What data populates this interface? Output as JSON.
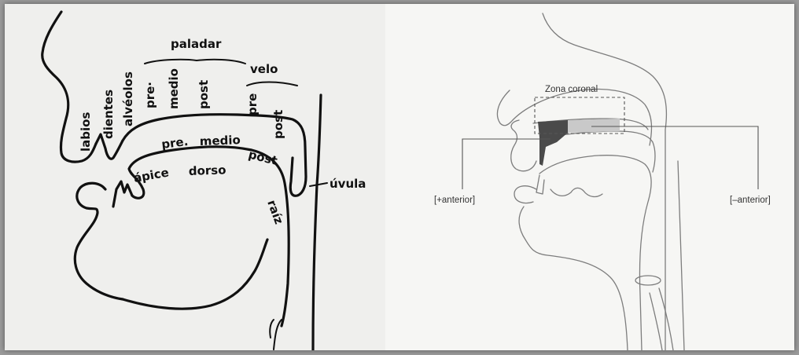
{
  "left_diagram": {
    "labels": {
      "paladar": "paladar",
      "velo": "velo",
      "labios": "labios",
      "dientes": "dientes",
      "alveolos": "alvéolos",
      "pal_pre": "pre·",
      "pal_medio": "medio",
      "pal_post": "post",
      "velo_pre": "pre",
      "velo_post": "post",
      "dorso_pre": "pre.",
      "dorso_medio": "medio",
      "dorso_post": "post",
      "apice": "ápice",
      "dorso": "dorso",
      "raiz": "raíz",
      "uvula": "úvula"
    }
  },
  "right_diagram": {
    "labels": {
      "zona_coronal": "Zona coronal",
      "plus_anterior": "[+anterior]",
      "minus_anterior": "[–anterior]"
    },
    "colors": {
      "anterior_region": "#4a4a4a",
      "posterior_region": "#c9c9c9"
    }
  }
}
